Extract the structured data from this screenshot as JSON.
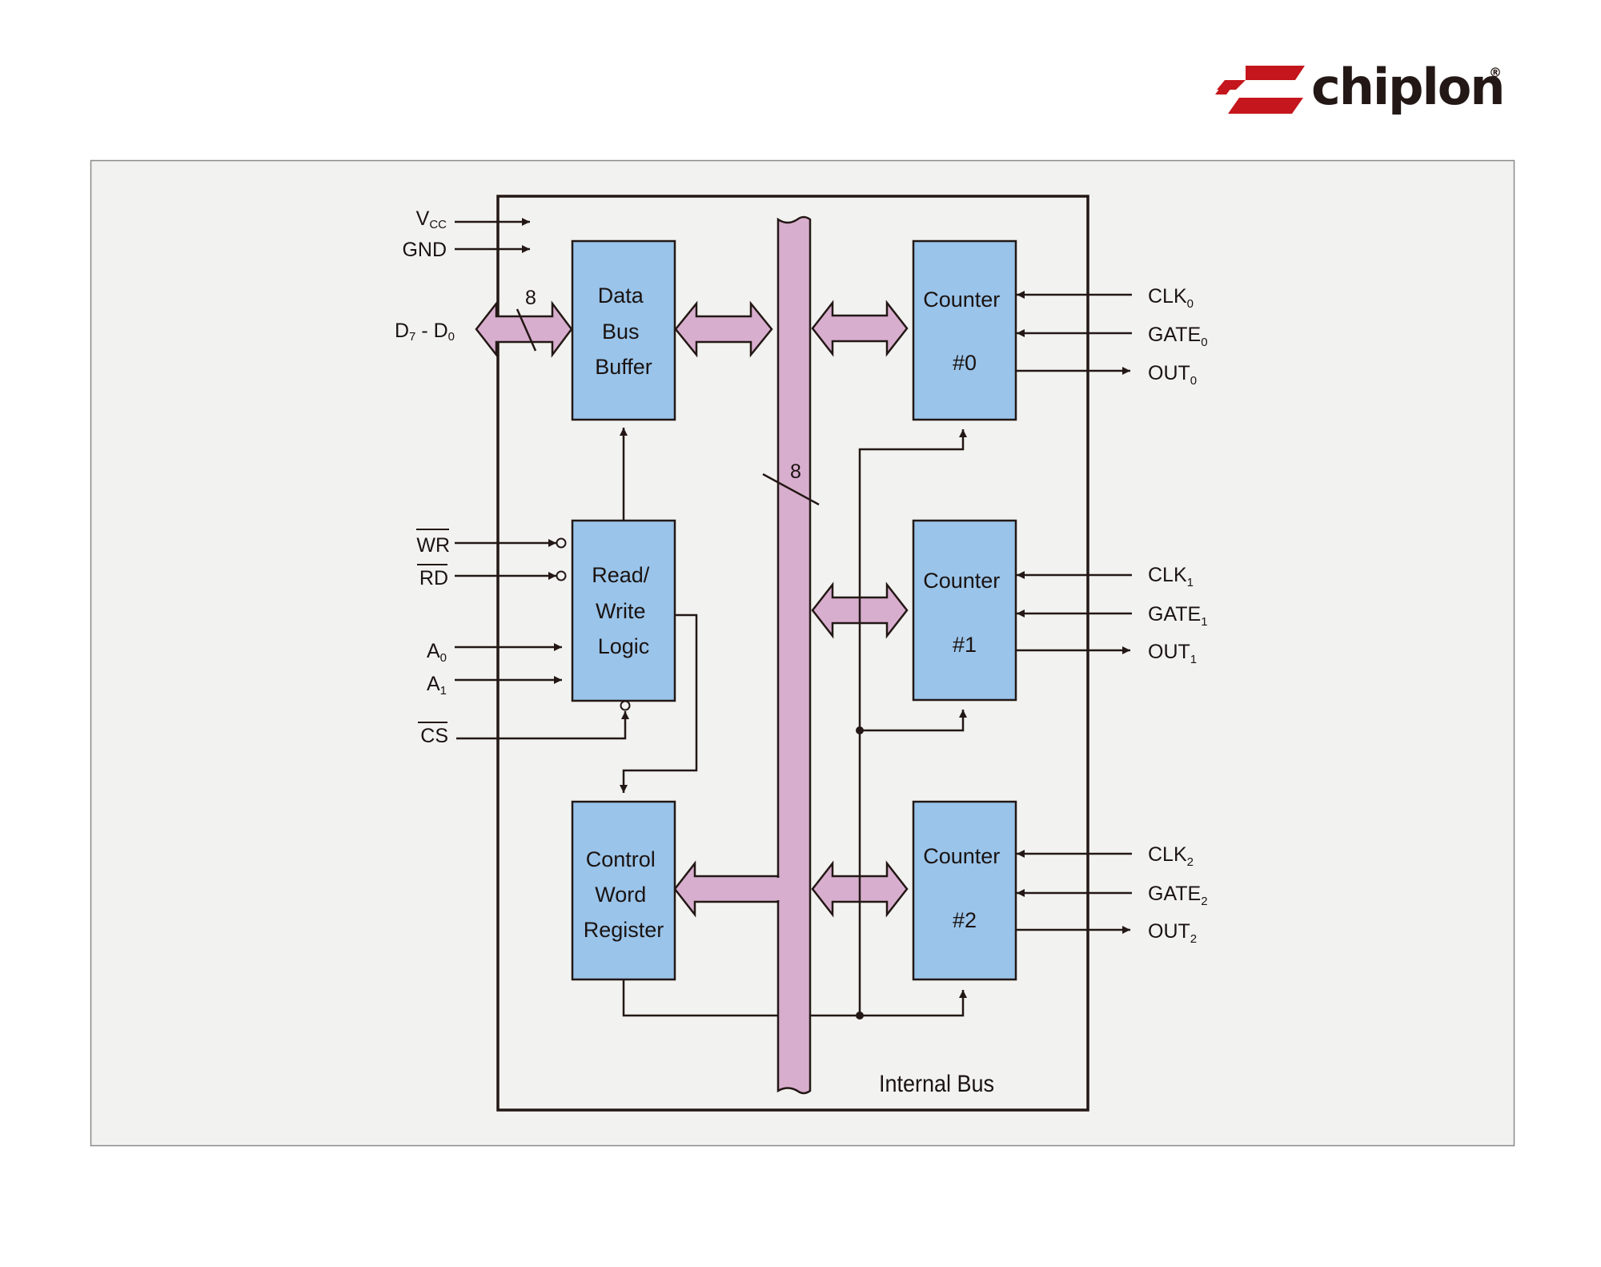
{
  "brand": {
    "name": "chiplon",
    "registered_mark": "®",
    "logo_color": "#c4161c",
    "text_color": "#231815"
  },
  "colors": {
    "panel_bg": "#f2f2f0",
    "block_fill": "#9ac4ea",
    "bus_fill": "#d8aece",
    "stroke": "#231815"
  },
  "blocks": {
    "data_bus_buffer": [
      "Data",
      "Bus",
      "Buffer"
    ],
    "read_write_logic": [
      "Read/",
      "Write",
      "Logic"
    ],
    "control_word_register": [
      "Control",
      "Word",
      "Register"
    ],
    "counter0": [
      "Counter",
      "#0"
    ],
    "counter1": [
      "Counter",
      "#1"
    ],
    "counter2": [
      "Counter",
      "#2"
    ]
  },
  "bus": {
    "internal_bus_label": "Internal Bus",
    "internal_width": "8",
    "data_width": "8"
  },
  "left_signals": {
    "vcc": {
      "main": "V",
      "sub": "CC"
    },
    "gnd": {
      "main": "GND"
    },
    "data": {
      "main": "D",
      "sub": "7",
      "sep": " - ",
      "main2": "D",
      "sub2": "0"
    },
    "wr": {
      "main": "WR",
      "active_low": true
    },
    "rd": {
      "main": "RD",
      "active_low": true
    },
    "a0": {
      "main": "A",
      "sub": "0"
    },
    "a1": {
      "main": "A",
      "sub": "1"
    },
    "cs": {
      "main": "CS",
      "active_low": true
    }
  },
  "right_signals": [
    {
      "clk": "CLK",
      "gate": "GATE",
      "out": "OUT",
      "index": "0"
    },
    {
      "clk": "CLK",
      "gate": "GATE",
      "out": "OUT",
      "index": "1"
    },
    {
      "clk": "CLK",
      "gate": "GATE",
      "out": "OUT",
      "index": "2"
    }
  ]
}
